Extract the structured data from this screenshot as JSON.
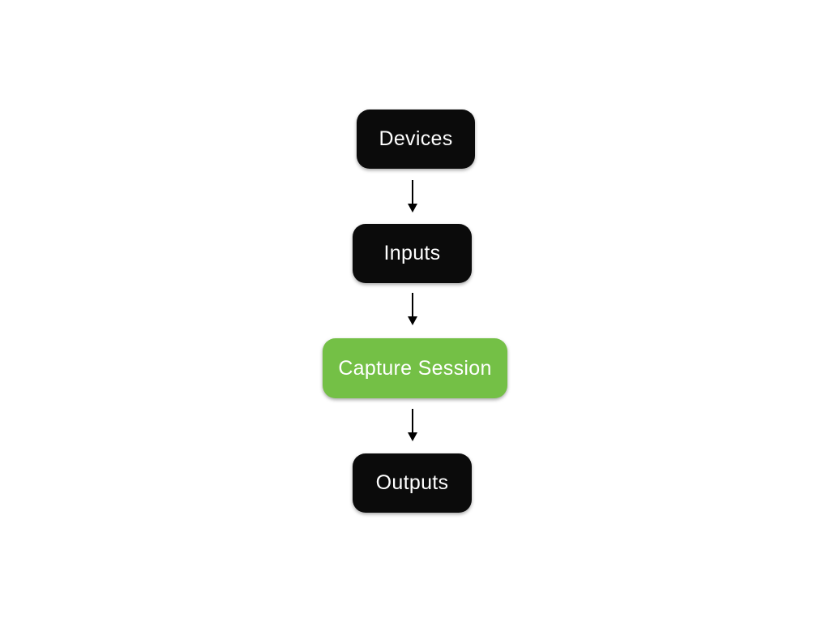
{
  "diagram": {
    "background": "#ffffff",
    "nodes": [
      {
        "id": "devices",
        "label": "Devices",
        "color": "#0b0b0b",
        "text_color": "#ffffff"
      },
      {
        "id": "inputs",
        "label": "Inputs",
        "color": "#0b0b0b",
        "text_color": "#ffffff"
      },
      {
        "id": "capture-session",
        "label": "Capture Session",
        "color": "#74c046",
        "text_color": "#ffffff"
      },
      {
        "id": "outputs",
        "label": "Outputs",
        "color": "#0b0b0b",
        "text_color": "#ffffff"
      }
    ],
    "edges": [
      {
        "from": "devices",
        "to": "inputs"
      },
      {
        "from": "inputs",
        "to": "capture-session"
      },
      {
        "from": "capture-session",
        "to": "outputs"
      }
    ]
  }
}
